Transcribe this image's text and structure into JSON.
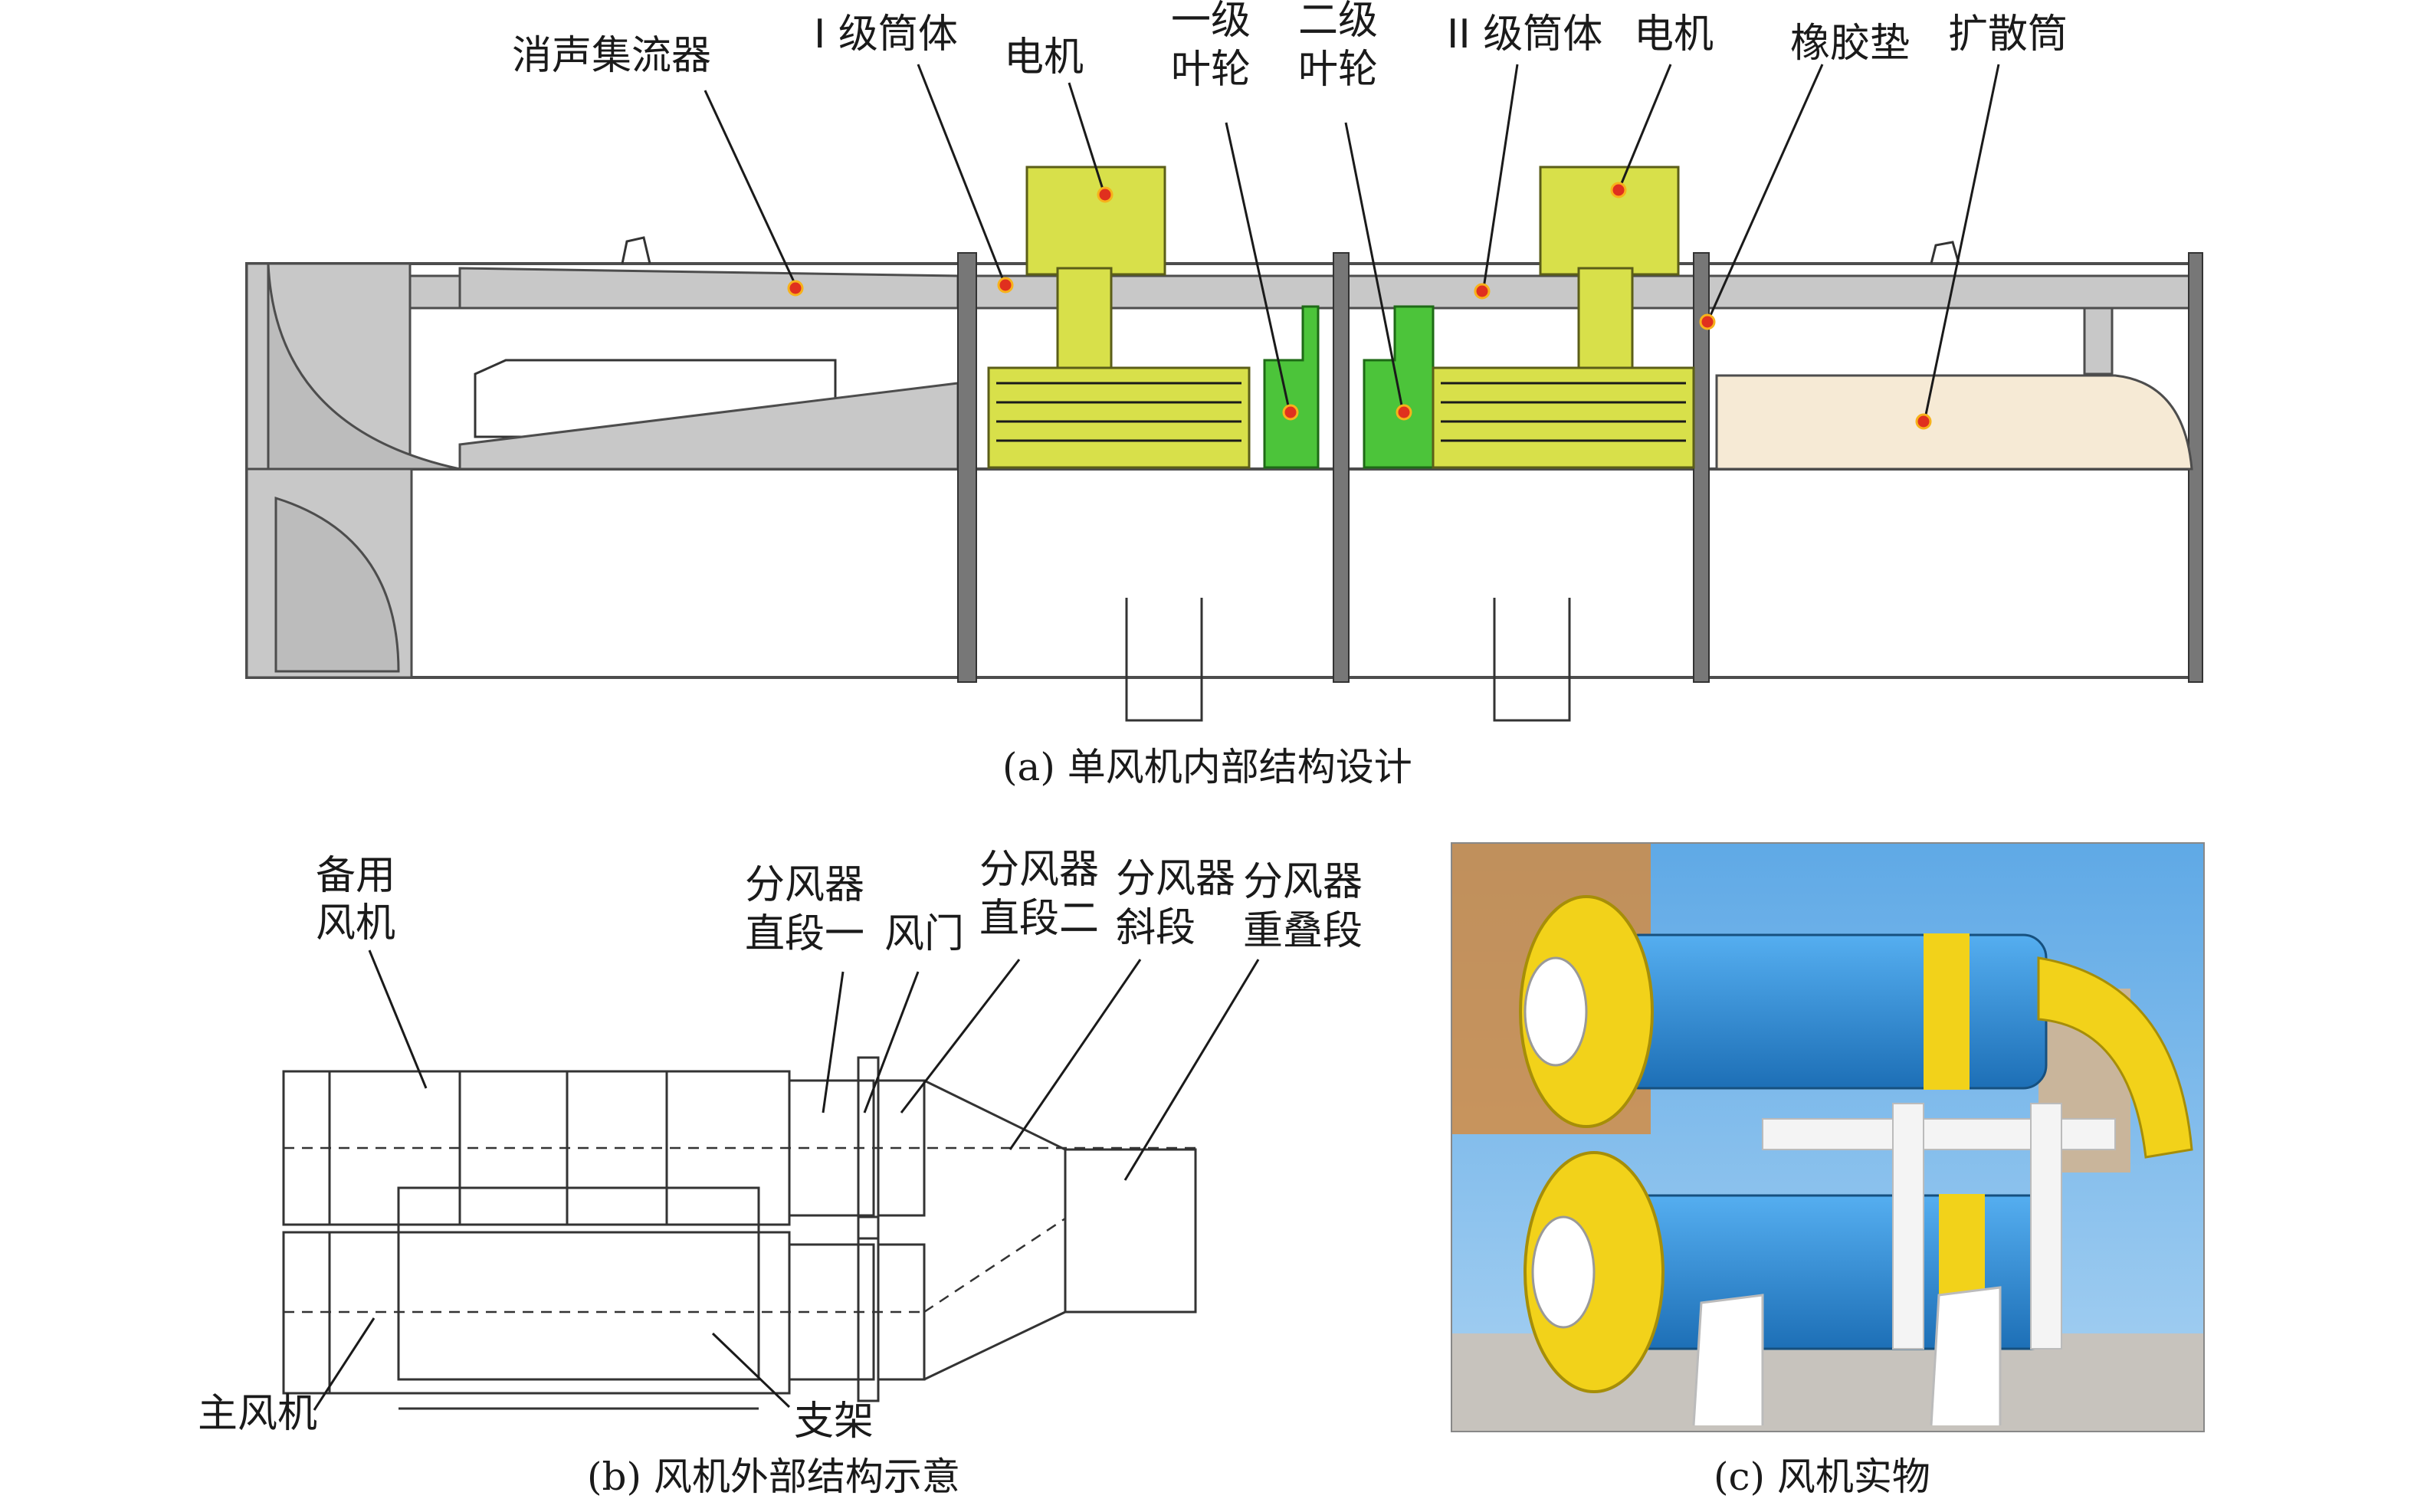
{
  "panel_a": {
    "caption": "(a) 单风机内部结构设计",
    "labels": {
      "muffler": "消声集流器",
      "stage1_cylinder": "I 级筒体",
      "motor1": "电机",
      "impeller1_line1": "一级",
      "impeller1_line2": "叶轮",
      "impeller2_line1": "二级",
      "impeller2_line2": "叶轮",
      "stage2_cylinder": "II 级筒体",
      "motor2": "电机",
      "rubber_pad": "橡胶垫",
      "diffuser": "扩散筒"
    }
  },
  "panel_b": {
    "caption": "(b) 风机外部结构示意",
    "labels": {
      "standby_line1": "备用",
      "standby_line2": "风机",
      "straight1_line1": "分风器",
      "straight1_line2": "直段一",
      "damper": "风门",
      "straight2_line1": "分风器",
      "straight2_line2": "直段二",
      "inclined_line1": "分风器",
      "inclined_line2": "斜段",
      "overlap_line1": "分风器",
      "overlap_line2": "重叠段",
      "main_fan": "主风机",
      "bracket": "支架"
    }
  },
  "panel_c": {
    "caption": "(c) 风机实物"
  },
  "colors": {
    "motor_yellow": "#d8e04a",
    "impeller_green": "#4cc43a",
    "marker_red": "#e0301e",
    "fan_blue": "#2f8fd6",
    "fan_yellow": "#f2d21a"
  }
}
